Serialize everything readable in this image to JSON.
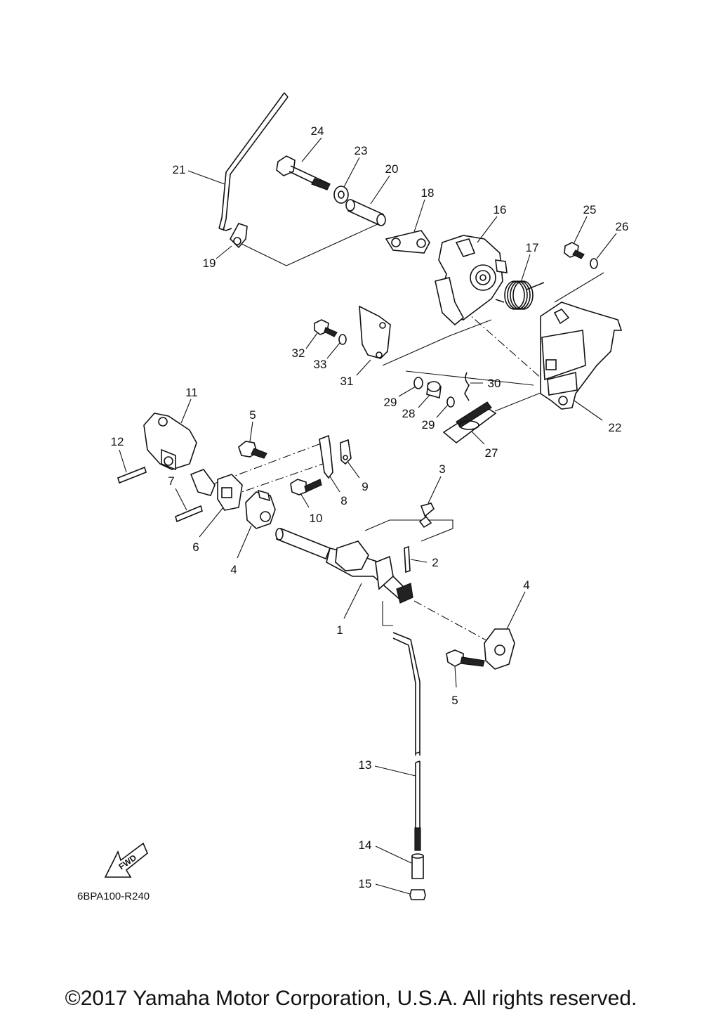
{
  "diagram_code": "6BPA100-R240",
  "fwd_label": "FWD",
  "copyright": "©2017 Yamaha Motor Corporation, U.S.A. All rights reserved.",
  "callouts": [
    {
      "id": "c1",
      "label": "1"
    },
    {
      "id": "c2",
      "label": "2"
    },
    {
      "id": "c3",
      "label": "3"
    },
    {
      "id": "c4a",
      "label": "4"
    },
    {
      "id": "c4b",
      "label": "4"
    },
    {
      "id": "c5a",
      "label": "5"
    },
    {
      "id": "c5b",
      "label": "5"
    },
    {
      "id": "c6",
      "label": "6"
    },
    {
      "id": "c7",
      "label": "7"
    },
    {
      "id": "c8",
      "label": "8"
    },
    {
      "id": "c9",
      "label": "9"
    },
    {
      "id": "c10",
      "label": "10"
    },
    {
      "id": "c11",
      "label": "11"
    },
    {
      "id": "c12",
      "label": "12"
    },
    {
      "id": "c13",
      "label": "13"
    },
    {
      "id": "c14",
      "label": "14"
    },
    {
      "id": "c15",
      "label": "15"
    },
    {
      "id": "c16",
      "label": "16"
    },
    {
      "id": "c17",
      "label": "17"
    },
    {
      "id": "c18",
      "label": "18"
    },
    {
      "id": "c19",
      "label": "19"
    },
    {
      "id": "c20",
      "label": "20"
    },
    {
      "id": "c21",
      "label": "21"
    },
    {
      "id": "c22",
      "label": "22"
    },
    {
      "id": "c23",
      "label": "23"
    },
    {
      "id": "c24",
      "label": "24"
    },
    {
      "id": "c25",
      "label": "25"
    },
    {
      "id": "c26",
      "label": "26"
    },
    {
      "id": "c27",
      "label": "27"
    },
    {
      "id": "c28",
      "label": "28"
    },
    {
      "id": "c29a",
      "label": "29"
    },
    {
      "id": "c29b",
      "label": "29"
    },
    {
      "id": "c30",
      "label": "30"
    },
    {
      "id": "c31",
      "label": "31"
    },
    {
      "id": "c32",
      "label": "32"
    },
    {
      "id": "c33",
      "label": "33"
    }
  ]
}
